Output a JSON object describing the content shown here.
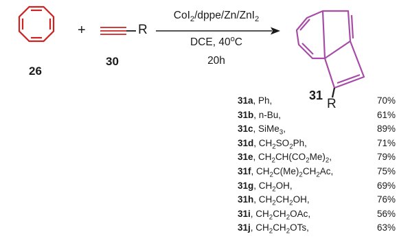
{
  "compounds": {
    "cot": {
      "label": "26",
      "color": "#cc2222"
    },
    "alkyne": {
      "label": "30",
      "r_group": "R",
      "color": "#cc2222"
    },
    "product": {
      "label": "31",
      "r_group": "R",
      "color": "#a64ca6"
    }
  },
  "plus_sign": "+",
  "conditions": {
    "reagents": [
      {
        "text": "CoI",
        "sub": "2"
      },
      {
        "text": "/dppe/Zn/ZnI",
        "sub": "2"
      }
    ],
    "solvent_temp": {
      "text": "DCE, 40",
      "sup": "o",
      "tail": "C"
    },
    "time": "20h"
  },
  "substrate_table": [
    {
      "id": "31a",
      "parts": [
        ", Ph,"
      ],
      "yield": "70%"
    },
    {
      "id": "31b",
      "parts": [
        ", n-Bu,"
      ],
      "yield": "61%"
    },
    {
      "id": "31c",
      "parts": [
        ", SiMe",
        {
          "sub": "3"
        },
        ","
      ],
      "yield": "89%"
    },
    {
      "id": "31d",
      "parts": [
        ", CH",
        {
          "sub": "2"
        },
        "SO",
        {
          "sub": "2"
        },
        "Ph,"
      ],
      "yield": "71%"
    },
    {
      "id": "31e",
      "parts": [
        ", CH",
        {
          "sub": "2"
        },
        "CH(CO",
        {
          "sub": "2"
        },
        "Me)",
        {
          "sub": "2"
        },
        ","
      ],
      "yield": "79%"
    },
    {
      "id": "31f",
      "parts": [
        ", CH",
        {
          "sub": "2"
        },
        "C(Me)",
        {
          "sub": "2"
        },
        "CH",
        {
          "sub": "2"
        },
        "Ac,"
      ],
      "yield": "75%"
    },
    {
      "id": "31g",
      "parts": [
        ", CH",
        {
          "sub": "2"
        },
        "OH,"
      ],
      "yield": "69%"
    },
    {
      "id": "31h",
      "parts": [
        ", CH",
        {
          "sub": "2"
        },
        "CH",
        {
          "sub": "2"
        },
        "OH,"
      ],
      "yield": "76%"
    },
    {
      "id": "31i",
      "parts": [
        ", CH",
        {
          "sub": "2"
        },
        "CH",
        {
          "sub": "2"
        },
        "OAc,"
      ],
      "yield": "56%"
    },
    {
      "id": "31j",
      "parts": [
        ", CH",
        {
          "sub": "2"
        },
        "CH",
        {
          "sub": "2"
        },
        "OTs,"
      ],
      "yield": "63%"
    }
  ]
}
